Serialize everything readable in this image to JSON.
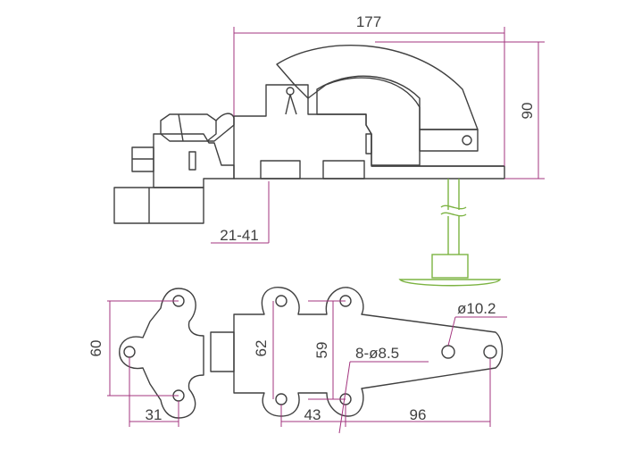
{
  "colors": {
    "outline": "#404040",
    "dimension": "#a3357f",
    "rod": "#7cb342",
    "background": "#ffffff"
  },
  "dimensions": {
    "overall_length": "177",
    "height": "90",
    "range": "21-41",
    "left_plate_height": "60",
    "left_plate_offset": "31",
    "center_plate_height": "62",
    "right_hole_height": "59",
    "hole_spacing": "43",
    "arm_length": "96",
    "hole_callout": "8-ø8.5",
    "arm_hole_callout": "ø10.2"
  }
}
